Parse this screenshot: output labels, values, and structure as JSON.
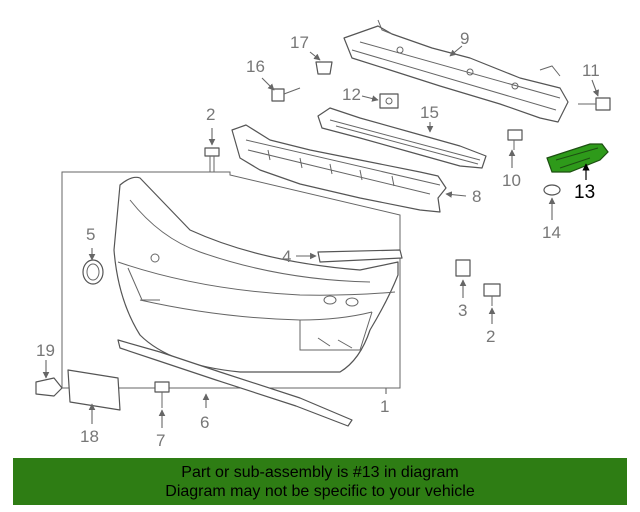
{
  "diagram": {
    "highlight_color": "#2e9a1a",
    "callouts": {
      "c1": "1",
      "c2a": "2",
      "c2b": "2",
      "c3": "3",
      "c4": "4",
      "c5": "5",
      "c6": "6",
      "c7": "7",
      "c8": "8",
      "c9": "9",
      "c10": "10",
      "c11": "11",
      "c12": "12",
      "c13": "13",
      "c14": "14",
      "c15": "15",
      "c16": "16",
      "c17": "17",
      "c18": "18",
      "c19": "19"
    }
  },
  "banner": {
    "background": "#2e7d14",
    "line1": "Part or sub-assembly is #13 in diagram",
    "line2": "Diagram may not be specific to your vehicle"
  }
}
